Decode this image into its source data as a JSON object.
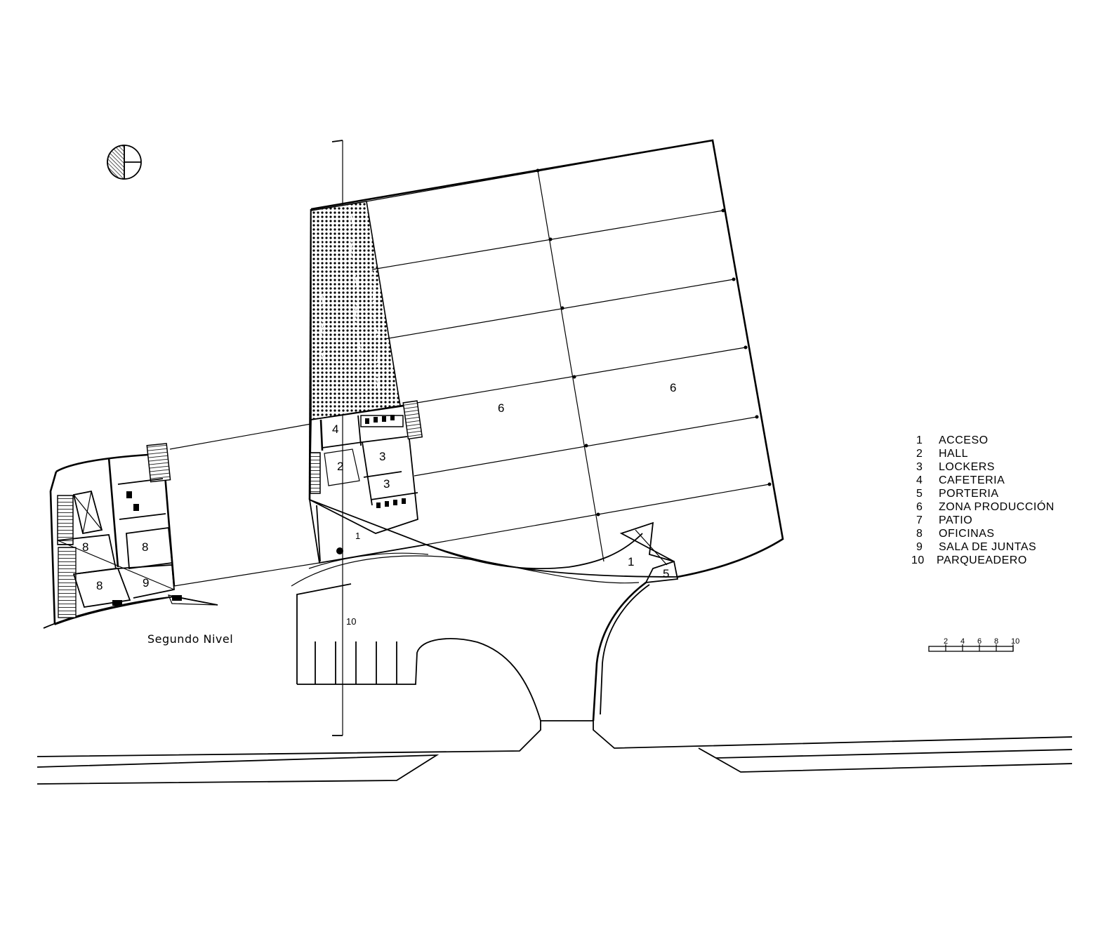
{
  "plan": {
    "caption": "Segundo Nivel",
    "room_labels": {
      "acceso_main": "1",
      "acceso_gate": "1",
      "hall": "2",
      "lockers_a": "3",
      "lockers_b": "3",
      "cafeteria": "4",
      "porteria": "5",
      "produccion_a": "6",
      "produccion_b": "6",
      "oficinas_a": "8",
      "oficinas_b": "8",
      "sala_juntas": "9",
      "parqueadero": "10"
    }
  },
  "legend": {
    "items": [
      {
        "num": "1",
        "name": "ACCESO"
      },
      {
        "num": "2",
        "name": "HALL"
      },
      {
        "num": "3",
        "name": "LOCKERS"
      },
      {
        "num": "4",
        "name": "CAFETERIA"
      },
      {
        "num": "5",
        "name": "PORTERIA"
      },
      {
        "num": "6",
        "name": "ZONA PRODUCCIÓN"
      },
      {
        "num": "7",
        "name": "PATIO"
      },
      {
        "num": "8",
        "name": "OFICINAS"
      },
      {
        "num": "9",
        "name": "SALA DE JUNTAS"
      },
      {
        "num": "10",
        "name": "PARQUEADERO"
      }
    ]
  },
  "scale_bar": {
    "ticks": [
      "2",
      "4",
      "6",
      "8",
      "10"
    ]
  },
  "icons": {
    "north": "north-arrow-icon"
  }
}
